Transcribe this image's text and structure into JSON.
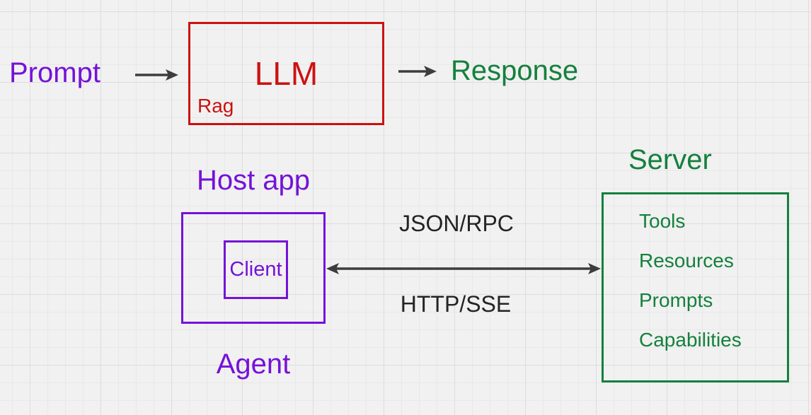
{
  "colors": {
    "purple": "#7512d8",
    "red": "#cc1111",
    "green": "#15803d",
    "dark": "#3d3d3d",
    "dark_text": "#242424",
    "background": "#f1f1f1"
  },
  "flow": {
    "prompt_label": "Prompt",
    "llm_label": "LLM",
    "rag_label": "Rag",
    "response_label": "Response"
  },
  "host": {
    "title": "Host app",
    "client_label": "Client",
    "agent_label": "Agent"
  },
  "connection": {
    "top_label": "JSON/RPC",
    "bottom_label": "HTTP/SSE"
  },
  "server": {
    "title": "Server",
    "items": [
      "Tools",
      "Resources",
      "Prompts",
      "Capabilities"
    ]
  }
}
